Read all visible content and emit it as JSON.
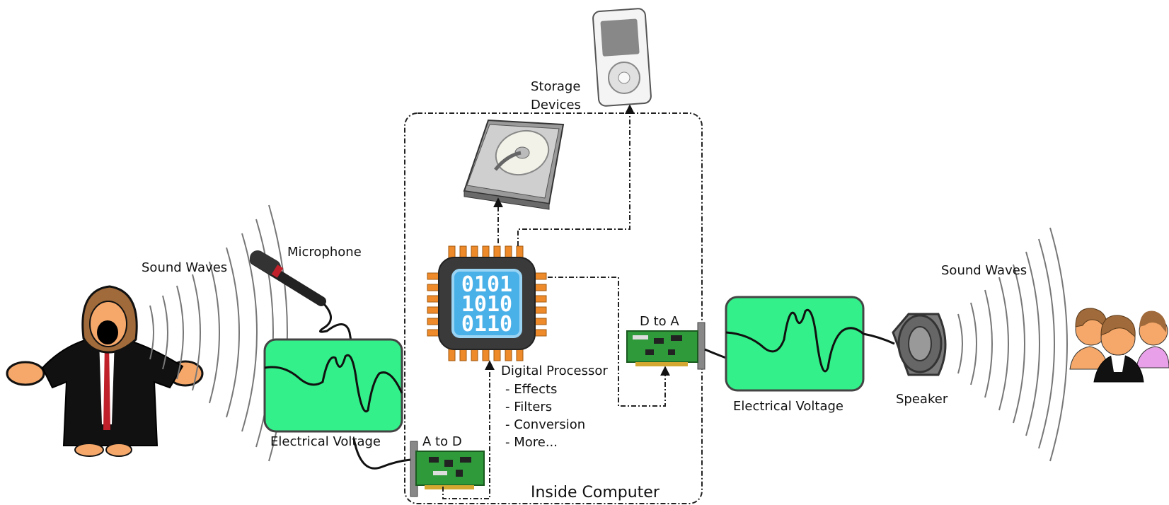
{
  "labels": {
    "sound_waves_left": "Sound Waves",
    "microphone": "Microphone",
    "electrical_voltage_left": "Electrical Voltage",
    "a_to_d": "A to D",
    "inside_computer": "Inside Computer",
    "digital_processor": "Digital Processor",
    "processor_features": [
      "- Effects",
      "- Filters",
      "- Conversion",
      "- More..."
    ],
    "storage_devices": [
      "Storage",
      "Devices"
    ],
    "d_to_a": "D to A",
    "electrical_voltage_right": "Electrical Voltage",
    "speaker": "Speaker",
    "sound_waves_right": "Sound Waves"
  },
  "chip_bits": [
    "0101",
    "1010",
    "0110"
  ],
  "colors": {
    "scope_green": "#33f08a",
    "pcb_green": "#2e9a3a",
    "chip_orange": "#ee8a2a",
    "chip_blue": "#4ab0e8",
    "skin": "#f6a86a",
    "hair": "#a06a3a"
  }
}
